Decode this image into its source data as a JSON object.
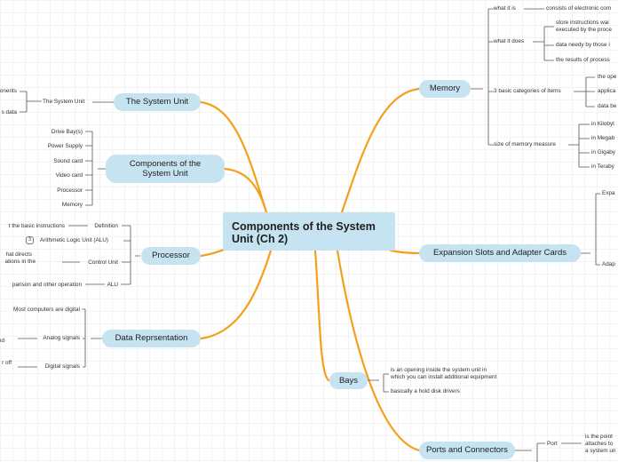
{
  "colors": {
    "central": "#c6e3f1",
    "main_topic": "#c6e3f1",
    "branch": "#f4a01c",
    "connector": "#555555"
  },
  "central": {
    "title": "Components of the System Unit (Ch 2)"
  },
  "topics": {
    "system_unit": {
      "label": "The System Unit",
      "child": "The System Unit",
      "leaves": [
        "onents",
        "s data"
      ]
    },
    "components": {
      "label": "Components of the System Unit",
      "items": [
        "Drive Bay(s)",
        "Power Supply",
        "Sound card",
        "Video card",
        "Processor",
        "Memory"
      ]
    },
    "processor": {
      "label": "Processor",
      "definition": {
        "label": "Definition",
        "leaf": "t the basic instructions"
      },
      "alu_full": {
        "label": "Arithmetic Logic Unit (ALU)",
        "badge": "3"
      },
      "control_unit": {
        "label": "Control Unit",
        "leaf_line1": "hat directs",
        "leaf_line2": "ations in the"
      },
      "alu": {
        "label": "ALU",
        "leaf": "parison and other operation"
      }
    },
    "data_rep": {
      "label": "Data Reprsentation",
      "most": "Most computers are digital",
      "analog": {
        "label": "Analog signals",
        "leaf": "nd"
      },
      "digital": {
        "label": "Digital signals",
        "leaf": "r off"
      }
    },
    "memory": {
      "label": "Memory",
      "what_it_is": {
        "label": "what it is",
        "leaf": "consists of electronic com"
      },
      "what_it_does": {
        "label": "what it does",
        "leaf1_line1": "store instructions wai",
        "leaf1_line2": "executed by the proce",
        "leaf2": "data needy by those i",
        "leaf3": "the results of process"
      },
      "categories": {
        "label": "3 basic categories of items",
        "items": [
          "the ope",
          "applica",
          "data be"
        ]
      },
      "size": {
        "label": "size of memory measure",
        "items": [
          "in Kilobyt",
          "in Megab",
          "in Gigaby",
          "in Teraby"
        ]
      }
    },
    "expansion": {
      "label": "Expansion Slots and Adapter Cards",
      "leaves": [
        "Expa",
        "Adap"
      ]
    },
    "bays": {
      "label": "Bays",
      "leaf1_line1": "is an opening inside the system unit in",
      "leaf1_line2": "which you can install additional equipment",
      "leaf2": "basically a hold disk drivers"
    },
    "ports": {
      "label": "Ports and Connectors",
      "port": {
        "label": "Port",
        "leaf_line1": "is the point",
        "leaf_line2": "attaches to",
        "leaf_line3": "a system un"
      }
    }
  }
}
